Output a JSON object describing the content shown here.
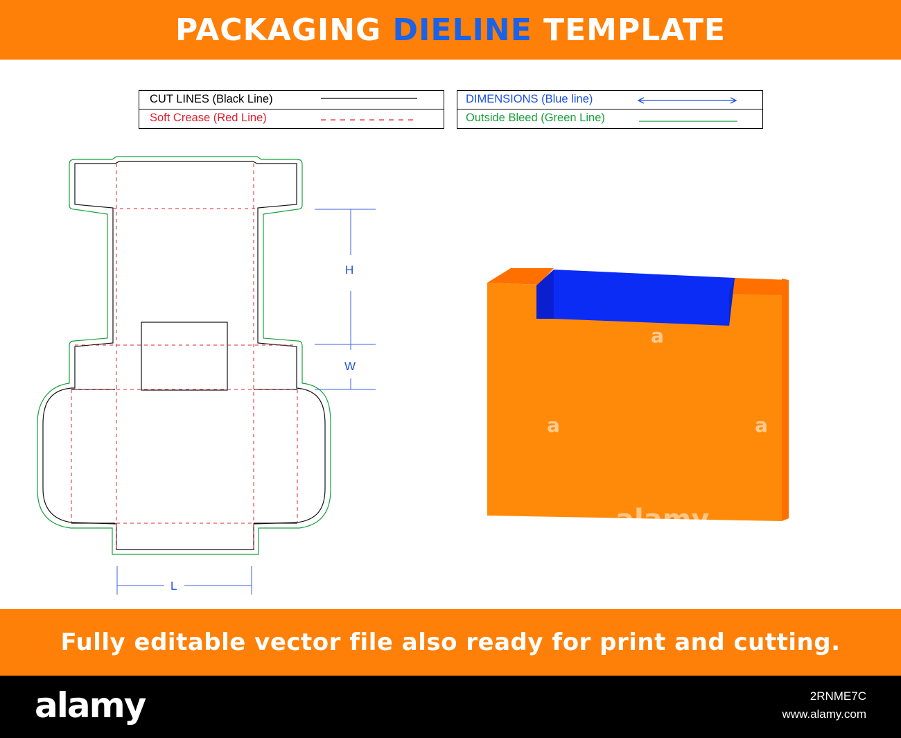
{
  "header": {
    "title_part1": "PACKAGING",
    "title_part2": "DIELINE",
    "title_part3": "TEMPLATE"
  },
  "legend": {
    "cut_lines": "CUT LINES (Black Line)",
    "soft_crease": "Soft Crease (Red Line)",
    "dimensions": "DIMENSIONS (Blue line)",
    "outside_bleed": "Outside Bleed (Green Line)"
  },
  "dielines": {
    "h_label": "H",
    "w_label": "W",
    "l_label": "L"
  },
  "watermark": {
    "text": "alamy",
    "letter": "a"
  },
  "footer_banner": "Fully editable vector file also ready for print and cutting.",
  "footer": {
    "logo": "alamy",
    "image_id": "2RNME7C",
    "url": "www.alamy.com"
  },
  "colors": {
    "banner": "#ff8008",
    "accent_blue": "#1b62e6",
    "cut": "#000000",
    "crease": "#e0202e",
    "dimension": "#1b4fe0",
    "bleed": "#17a03c",
    "box_orange": "#ff8a0a",
    "box_blue": "#0a2cf5"
  }
}
